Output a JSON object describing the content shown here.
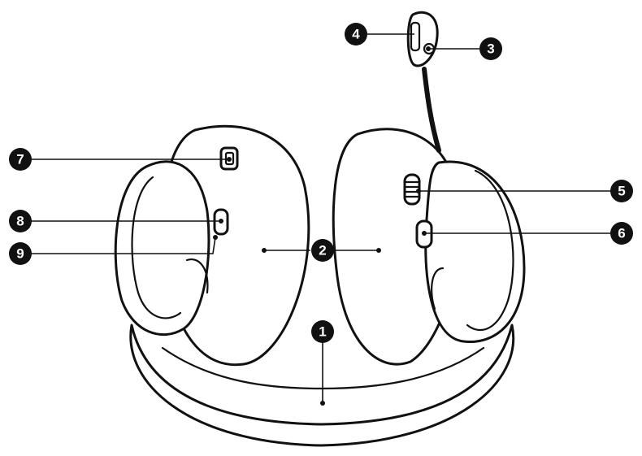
{
  "callouts": [
    {
      "id": "1",
      "label": "1"
    },
    {
      "id": "2",
      "label": "2"
    },
    {
      "id": "3",
      "label": "3"
    },
    {
      "id": "4",
      "label": "4"
    },
    {
      "id": "5",
      "label": "5"
    },
    {
      "id": "6",
      "label": "6"
    },
    {
      "id": "7",
      "label": "7"
    },
    {
      "id": "8",
      "label": "8"
    },
    {
      "id": "9",
      "label": "9"
    }
  ],
  "colors": {
    "line": "#111111",
    "fill": "#ffffff",
    "badge": "#111111",
    "badge_text": "#ffffff"
  }
}
